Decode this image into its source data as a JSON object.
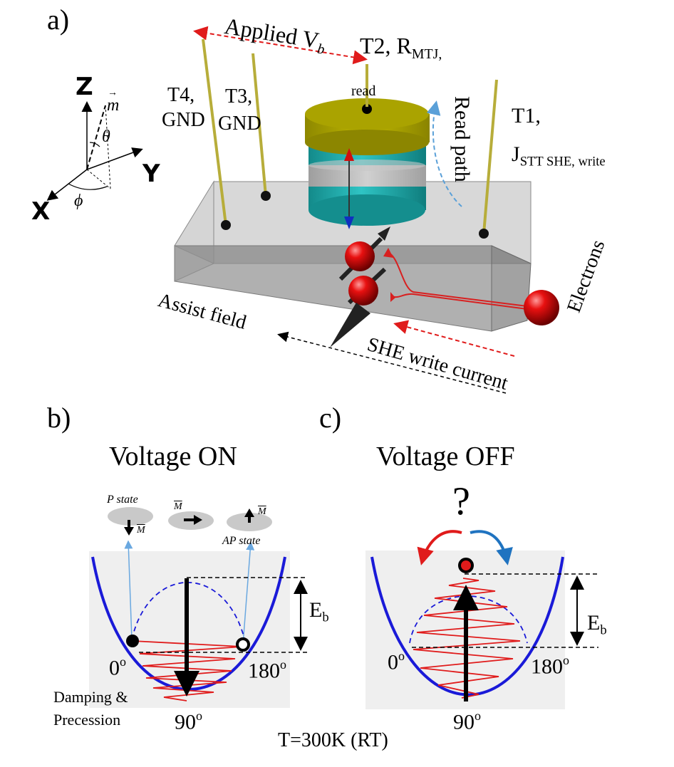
{
  "panels": {
    "a_label": "a)",
    "b_label": "b)",
    "c_label": "c)"
  },
  "device": {
    "applied_vb_prefix": "Applied V",
    "applied_vb_sub": "b",
    "t2_prefix": "T2, R",
    "t2_sub": "MTJ,",
    "read_small": "read",
    "read_path": "Read path",
    "t4_line1": "T4,",
    "t4_line2": "GND",
    "t3_line1": "T3,",
    "t3_line2": "GND",
    "t1_line1": "T1,",
    "t1_j": "J",
    "t1_sub": "STT SHE, write",
    "electrons": "Electrons",
    "assist_field": "Assist field",
    "she_write_current": "SHE write current",
    "colors": {
      "substrate": "#9a9a9a",
      "mtj_top": "#a9a300",
      "mtj_cyan": "#1aa6a6",
      "mtj_gray": "#b8b8b8",
      "wire": "#b7ad3a",
      "red_arrow": "#e01b1b",
      "blue_dashed": "#5aa0d8"
    }
  },
  "axes": {
    "z": "Z",
    "y": "Y",
    "x": "X",
    "m": "m",
    "theta": "θ",
    "phi": "ϕ"
  },
  "panel_b": {
    "title": "Voltage ON",
    "p_state": "P state",
    "ap_state": "AP state",
    "m_label": "M",
    "eb": "E",
    "eb_sub": "b",
    "angle_0": "0",
    "angle_180": "180",
    "angle_90": "90",
    "deg": "o",
    "damping_line1": "Damping &",
    "damping_line2": "Precession"
  },
  "panel_c": {
    "title": "Voltage OFF",
    "question": "?",
    "eb": "E",
    "eb_sub": "b",
    "angle_0": "0",
    "angle_180": "180",
    "angle_90": "90",
    "deg": "o"
  },
  "temperature": "T=300K (RT)",
  "icons": [
    "red-sphere-icon",
    "double-arrow-icon",
    "arrowhead-icon"
  ]
}
